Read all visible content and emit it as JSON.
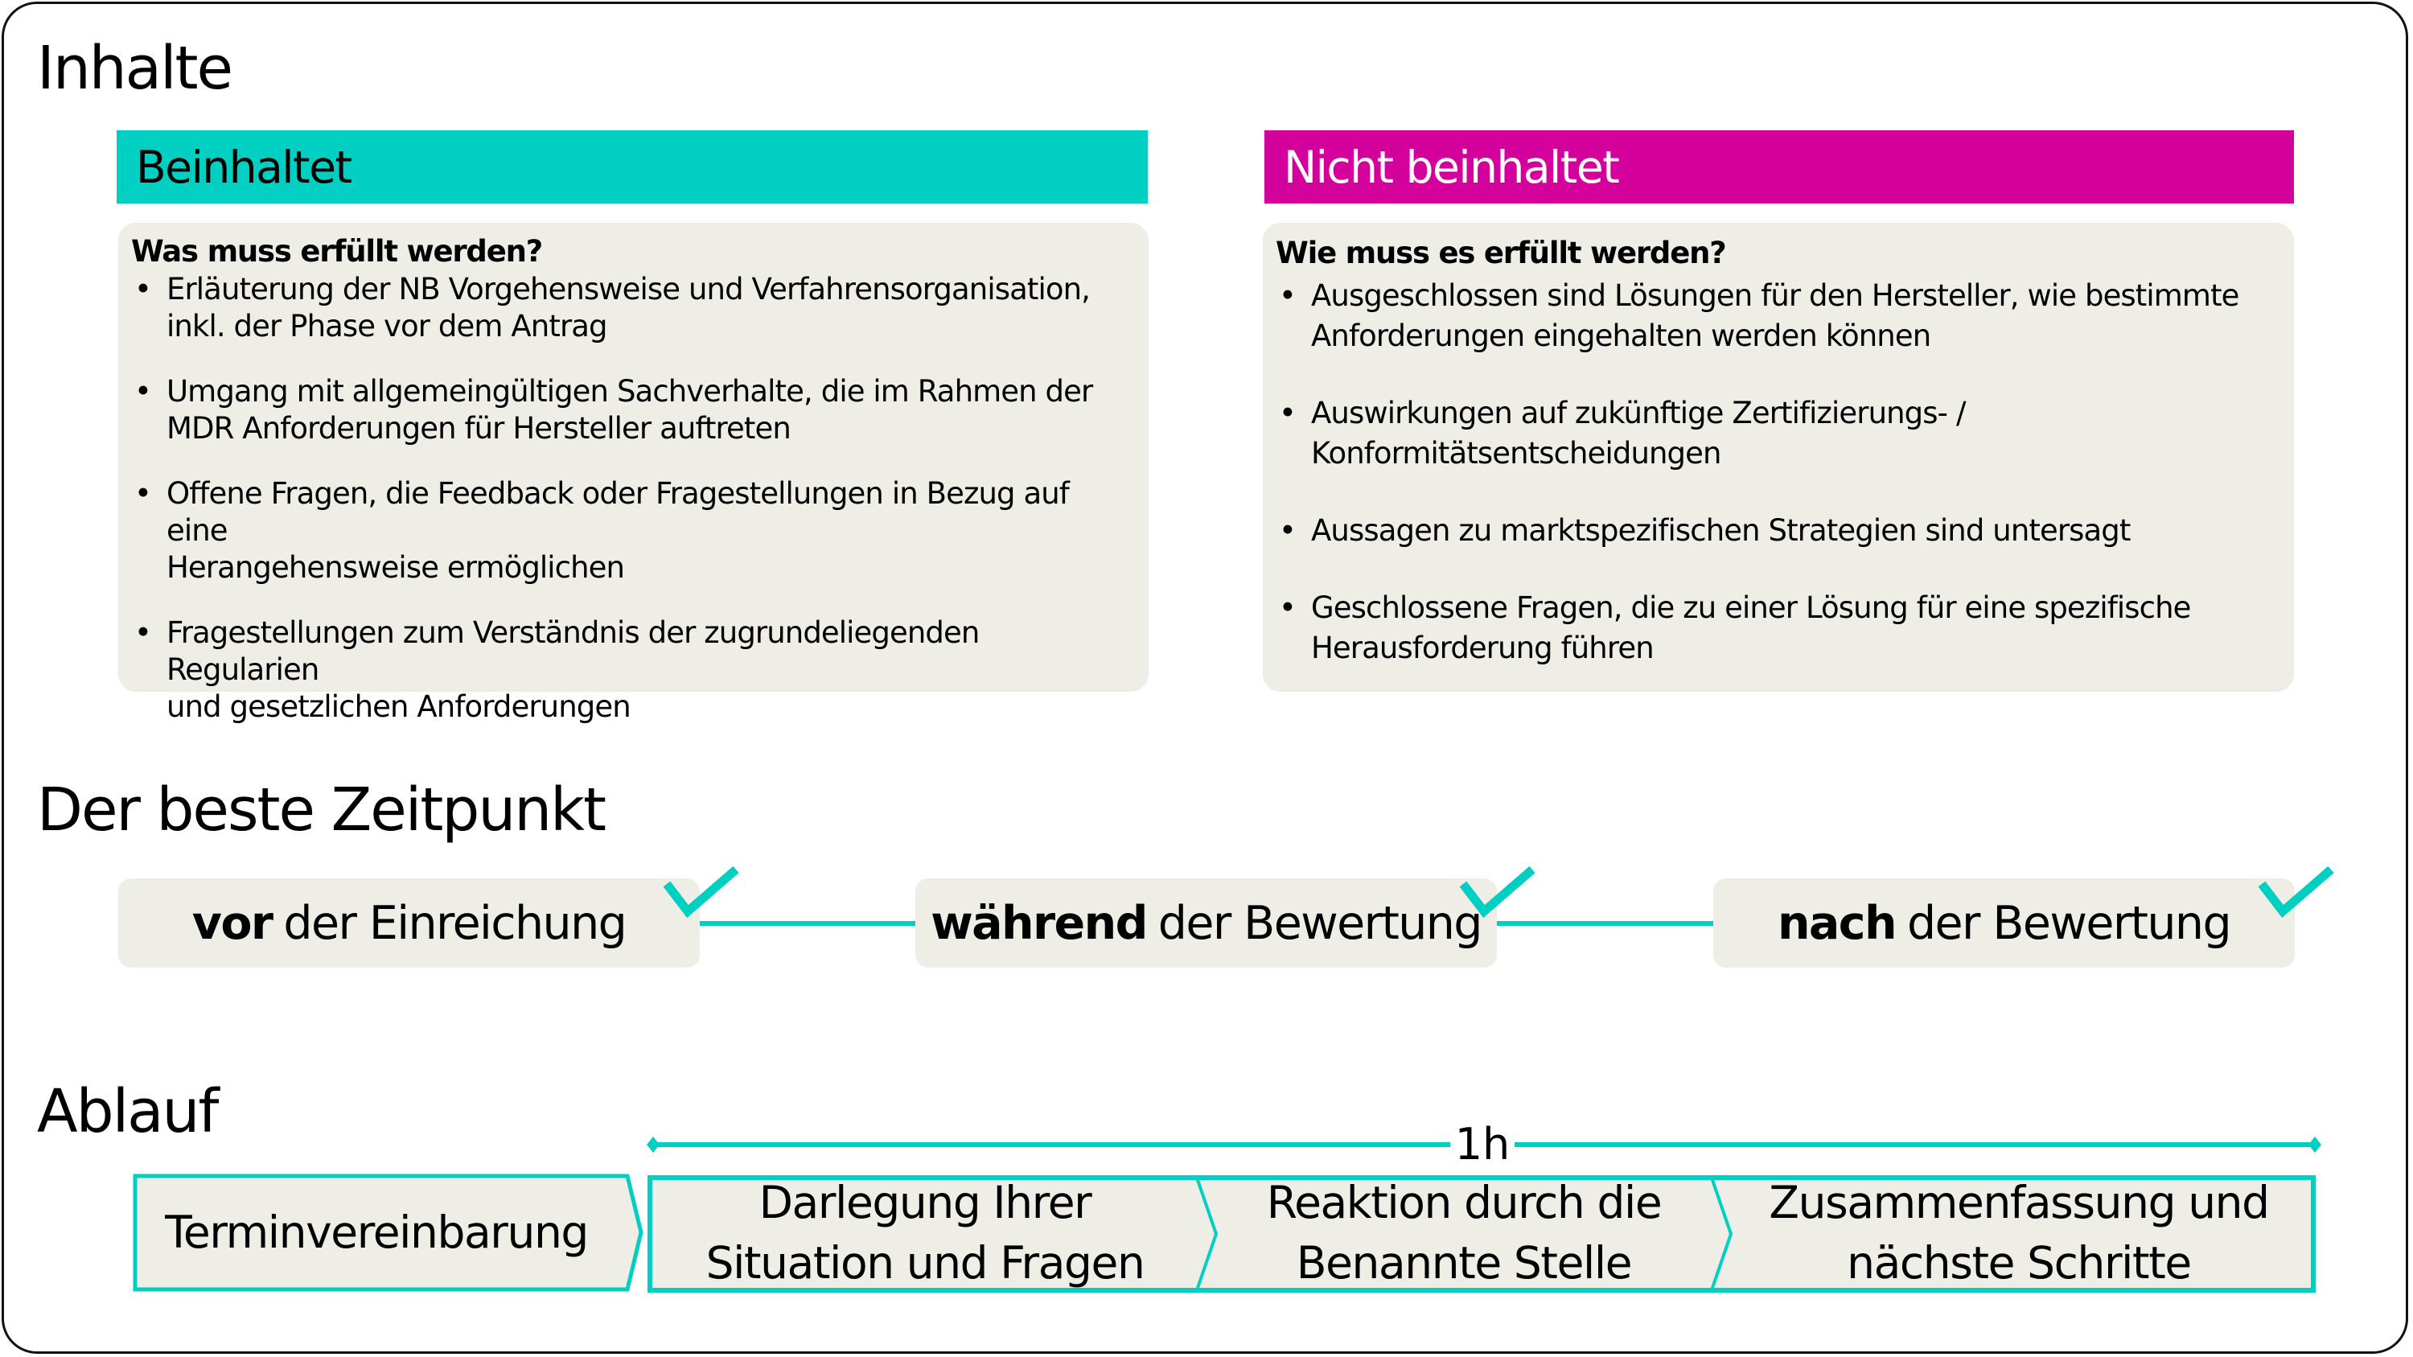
{
  "sections": {
    "inhalte": {
      "title": "Inhalte",
      "included": {
        "header": "Beinhaltet",
        "question": "Was muss erfüllt werden?",
        "items": [
          {
            "line1": "Erläuterung der NB Vorgehensweise und Verfahrensorganisation,",
            "line2": "inkl. der Phase vor dem Antrag"
          },
          {
            "line1": "Umgang mit allgemeingültigen Sachverhalte, die im Rahmen der",
            "line2": "MDR Anforderungen für Hersteller auftreten"
          },
          {
            "line1": "Offene Fragen, die Feedback oder Fragestellungen in Bezug auf eine",
            "line2": "Herangehensweise ermöglichen"
          },
          {
            "line1": "Fragestellungen zum Verständnis der zugrundeliegenden Regularien",
            "line2": "und gesetzlichen Anforderungen"
          }
        ]
      },
      "excluded": {
        "header": "Nicht beinhaltet",
        "question": "Wie muss es erfüllt werden?",
        "items": [
          {
            "line1": "Ausgeschlossen sind Lösungen für den Hersteller, wie bestimmte",
            "line2": "Anforderungen eingehalten werden können"
          },
          {
            "line1": "Auswirkungen auf zukünftige Zertifizierungs- /",
            "line2": "Konformitätsentscheidungen"
          },
          {
            "line1": "Aussagen zu marktspezifischen Strategien sind untersagt",
            "line2": ""
          },
          {
            "line1": "Geschlossene Fragen, die zu einer Lösung für eine spezifische",
            "line2": "Herausforderung führen"
          }
        ]
      },
      "bullet": "•"
    },
    "zeitpunkt": {
      "title": "Der beste Zeitpunkt",
      "steps": [
        {
          "bold": "vor",
          "rest": "der Einreichung",
          "checked": true
        },
        {
          "bold": "während",
          "rest": "der Bewertung",
          "checked": true
        },
        {
          "bold": "nach",
          "rest": "der Bewertung",
          "checked": true
        }
      ]
    },
    "ablauf": {
      "title": "Ablauf",
      "duration_label": "1h",
      "steps": [
        {
          "line1": "Terminvereinbarung",
          "line2": ""
        },
        {
          "line1": "Darlegung Ihrer",
          "line2": "Situation und Fragen"
        },
        {
          "line1": "Reaktion durch die",
          "line2": "Benannte Stelle"
        },
        {
          "line1": "Zusammenfassung und",
          "line2": "nächste Schritte"
        }
      ]
    }
  },
  "colors": {
    "accent_teal": "#00CFC1",
    "accent_magenta": "#D4009C",
    "card_background": "#EEEDE6"
  },
  "icons": {
    "check": "checkmark-icon",
    "range_arrow": "double-arrow-icon"
  }
}
